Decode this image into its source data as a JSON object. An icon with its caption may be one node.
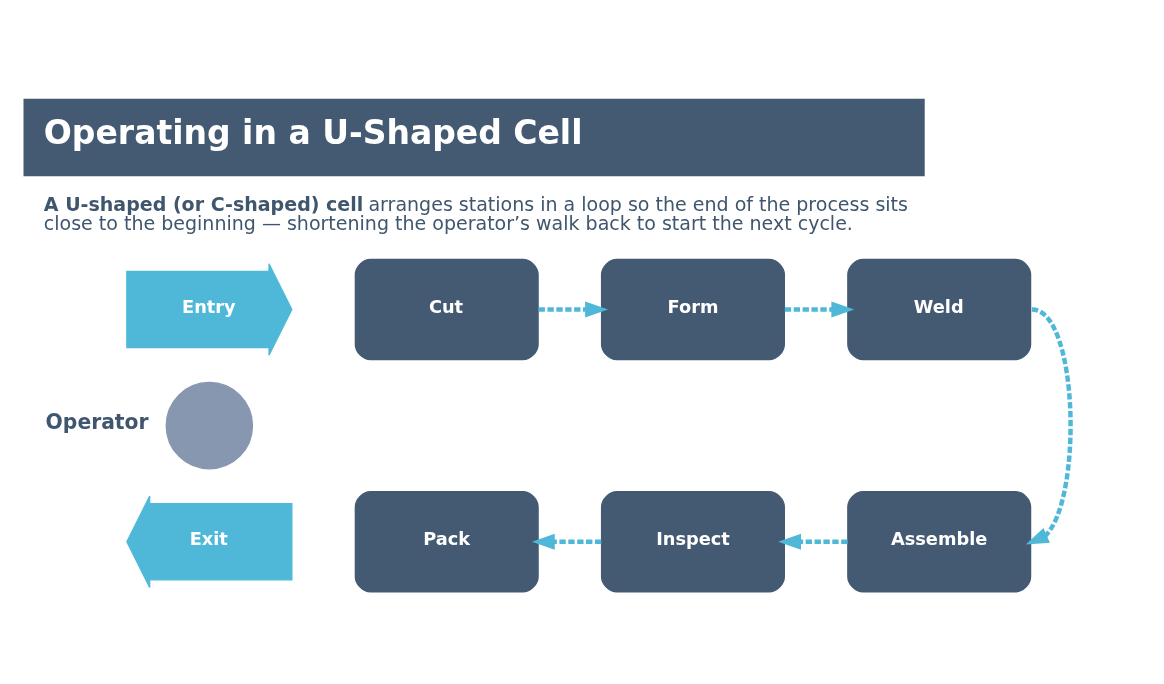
{
  "diagram": {
    "title": "Operating in a U-Shaped Cell",
    "caption": "**A U-shaped (or C-shaped) cell** arranges stations in a loop so the end of the process sits close to the beginning — shortening the operator’s walk back to start the next cycle.",
    "nodes": [
      {
        "text": [
          "Entry"
        ]
      },
      {
        "text": [
          "Cut"
        ]
      },
      {
        "text": [
          "Form"
        ]
      },
      {
        "text": [
          "Weld"
        ]
      },
      {
        "text": [],
        "shape": "circle",
        "beside": [
          "Operator"
        ]
      },
      {
        "text": [
          "Exit"
        ]
      },
      {
        "text": [
          "Pack"
        ]
      },
      {
        "text": [
          "Inspect"
        ]
      },
      {
        "text": [
          "Assemble"
        ]
      }
    ],
    "edges": [
      {
        "from": 1,
        "to": 2,
        "arrow": "to",
        "style": "dashed"
      },
      {
        "from": 2,
        "to": 3,
        "arrow": "to",
        "style": "dashed"
      },
      {
        "from": 3,
        "to": 8,
        "arrow": "to",
        "style": "dashed"
      },
      {
        "from": 8,
        "to": 7,
        "arrow": "to",
        "style": "dashed"
      },
      {
        "from": 7,
        "to": 6,
        "arrow": "to",
        "style": "dashed"
      }
    ]
  }
}
